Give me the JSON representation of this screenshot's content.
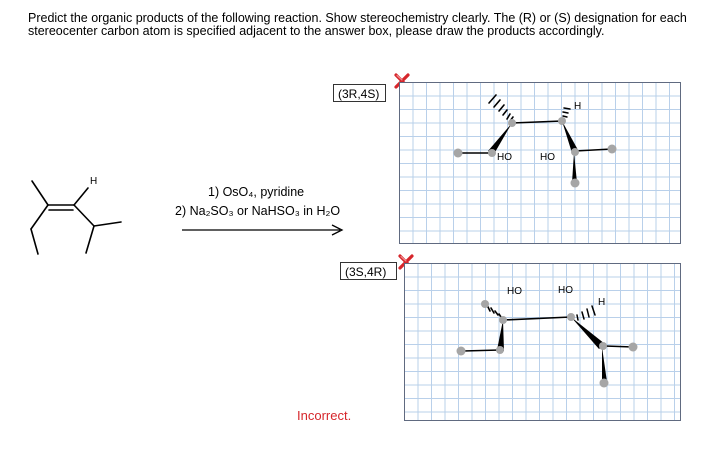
{
  "question": {
    "text": "Predict the organic products of the following reaction. Show stereochemistry clearly. The (R) or (S) designation for each stereocenter carbon atom is specified adjacent to the answer box, please draw the products accordingly."
  },
  "reactant": {
    "h_label": "H"
  },
  "reagents": {
    "step1": "1) OsO₄, pyridine",
    "step2": "2) Na₂SO₃ or NaHSO₃ in H₂O"
  },
  "answers": [
    {
      "designation": "(3R,4S)",
      "ho_left": "HO",
      "ho_right": "HO",
      "h_label": "H",
      "status": "incorrect"
    },
    {
      "designation": "(3S,4R)",
      "ho_left": "HO",
      "ho_right": "HO",
      "h_label": "H",
      "status": "incorrect"
    }
  ],
  "feedback": {
    "text": "Incorrect."
  },
  "colors": {
    "error_red": "#d6262b",
    "grid_line": "#b9d0ea",
    "atom_gray": "#a6a6a6",
    "canvas_border": "#606a80"
  }
}
